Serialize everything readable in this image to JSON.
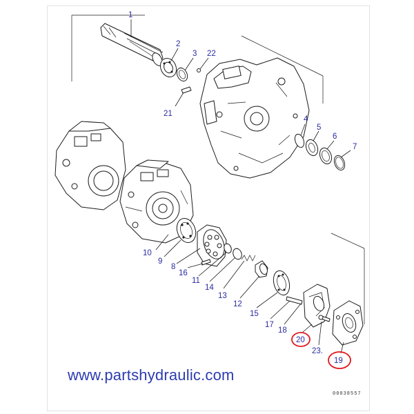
{
  "callouts": {
    "n1": "1",
    "n2": "2",
    "n3": "3",
    "n4": "4",
    "n5": "5",
    "n6": "6",
    "n7": "7",
    "n8": "8",
    "n9": "9",
    "n10": "10",
    "n11": "11",
    "n12": "12",
    "n13": "13",
    "n14": "14",
    "n15": "15",
    "n16": "16",
    "n17": "17",
    "n18": "18",
    "n19": "19",
    "n20": "20",
    "n21": "21",
    "n22": "22",
    "n23": "23."
  },
  "highlighted": [
    "20",
    "19"
  ],
  "highlight_color": "#e0161c",
  "label_color": "#2b2ba0",
  "watermark_url": "www.partshydraulic.com",
  "drawing_code": "00038557"
}
